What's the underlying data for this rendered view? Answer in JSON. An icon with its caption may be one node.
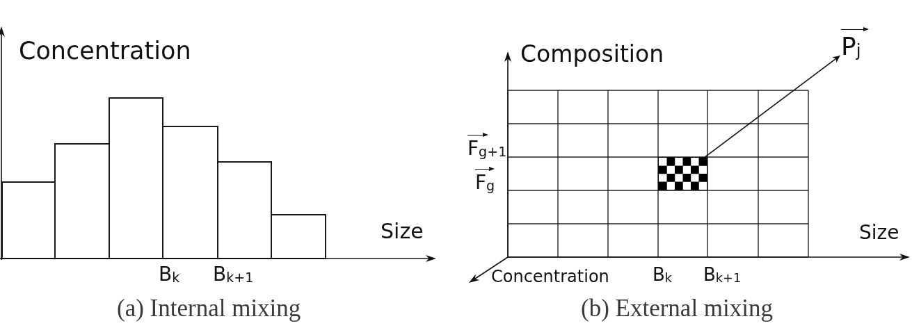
{
  "diagram": {
    "nodes": [
      {
        "text": [],
        "shape": "bar"
      },
      {
        "text": [],
        "shape": "bar"
      },
      {
        "text": [],
        "shape": "bar"
      },
      {
        "text": [],
        "shape": "bar"
      },
      {
        "text": [],
        "shape": "bar"
      },
      {
        "text": [],
        "shape": "bar"
      },
      {
        "text": [],
        "shape": "box"
      },
      {
        "text": [
          "P$_{j}$"
        ]
      }
    ],
    "edges": [
      {
        "from": 6,
        "to": 7,
        "arrow": "to"
      }
    ],
    "labels": [
      "Concentration",
      "Size",
      "B$_{k}$",
      "B$_{k+1}$",
      "(a) Internal mixing",
      "Composition",
      "F$_{g+1}$",
      "F$_{g}$",
      "Size",
      "Concentration",
      "B$_{k}$",
      "B$_{k+1}$",
      "(b) External mixing"
    ]
  }
}
